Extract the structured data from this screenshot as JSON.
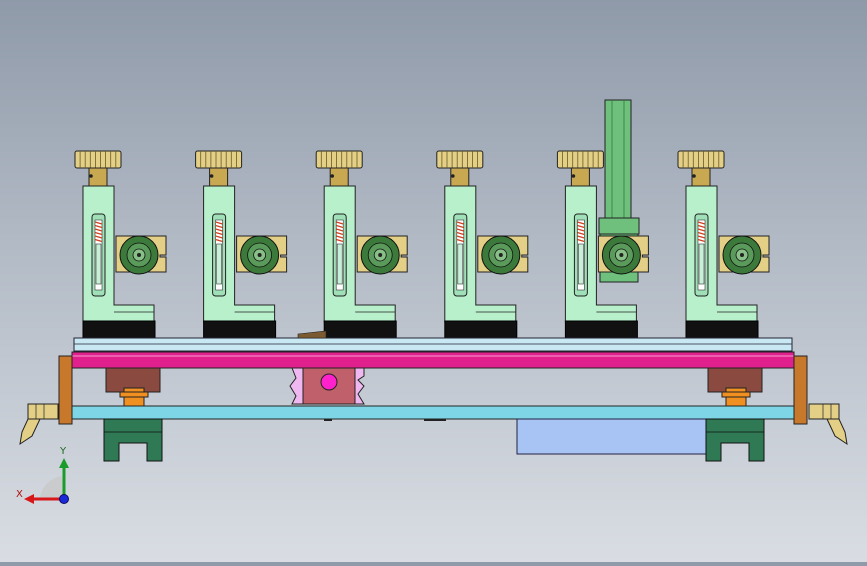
{
  "triad": {
    "x_label": "X",
    "y_label": "Y"
  },
  "colors": {
    "background_top": "#8f9aa9",
    "background_bottom": "#d9dde3",
    "body_mint": "#b8f0cc",
    "base_black": "#111111",
    "knob_gold": "#e3cf86",
    "spring_red": "#d04020",
    "rail_magenta": "#e0208c",
    "rail_cyan": "#7dd5e6",
    "block_brown": "#8a4a40",
    "block_orange": "#f09020",
    "foot_green": "#2f7a55",
    "post_orange": "#c8782a",
    "cylinder_green": "#6ec07c",
    "plate_blue": "#a8c4f4",
    "carriage_pink": "#f0b8f0",
    "dot_magenta": "#ff22cc"
  },
  "units": {
    "count": 6
  },
  "icons": [
    "axis-triad-icon",
    "clamp-knob-icon",
    "roller-icon"
  ]
}
